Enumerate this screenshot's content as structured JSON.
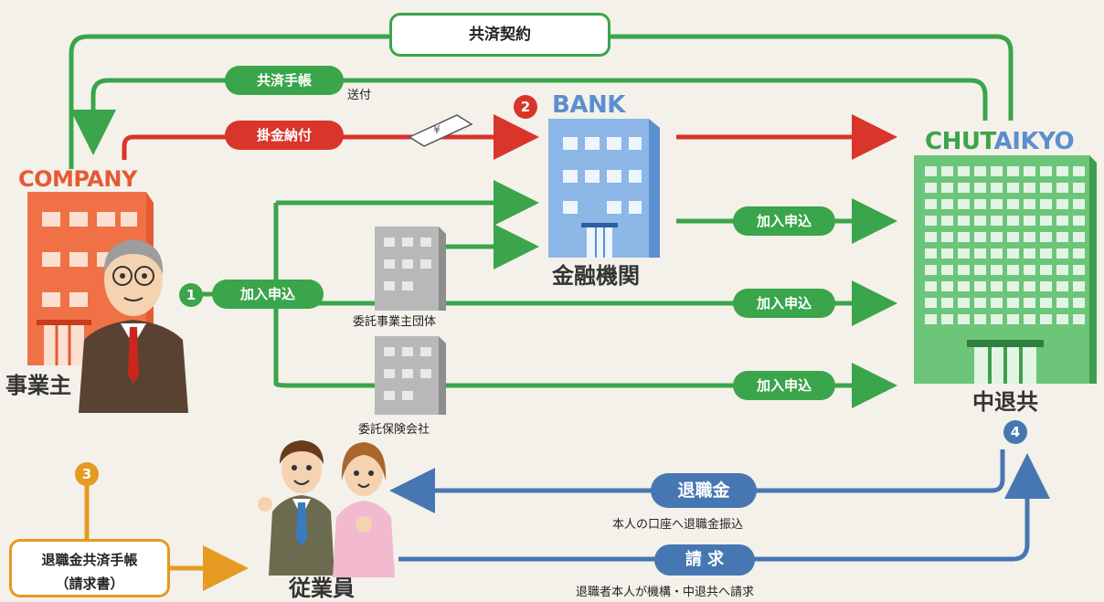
{
  "top_contract": "共済契約",
  "kyosai_techo": "共済手帳",
  "soufu": "送付",
  "kakekin": "掛金納付",
  "bank_en": "BANK",
  "bank_jp": "金融機関",
  "company_en": "COMPANY",
  "company_jp": "事業主",
  "chutaikyo_prefix": "CHUT",
  "chutaikyo_suffix": "AIKYO",
  "chutaikyo_jp": "中退共",
  "kanyu": "加入申込",
  "itaku_dantai": "委託事業主団体",
  "itaku_hoken": "委託保険会社",
  "booklet_line1": "退職金共済手帳",
  "booklet_line2": "（請求書）",
  "employees": "従業員",
  "taishokukin": "退職金",
  "furikomi": "本人の口座へ退職金振込",
  "seikyu": "請 求",
  "seikyu_note": "退職者本人が機構・中退共へ請求",
  "steps": {
    "s1": "1",
    "s2": "2",
    "s3": "3",
    "s4": "4"
  },
  "colors": {
    "green": "#3aa54a",
    "red": "#d9352b",
    "blue": "#4677b3",
    "orange": "#e59a22",
    "bank": "#5b8fcf",
    "chutaikyo": "#4ab05b",
    "company": "#e65a33"
  }
}
